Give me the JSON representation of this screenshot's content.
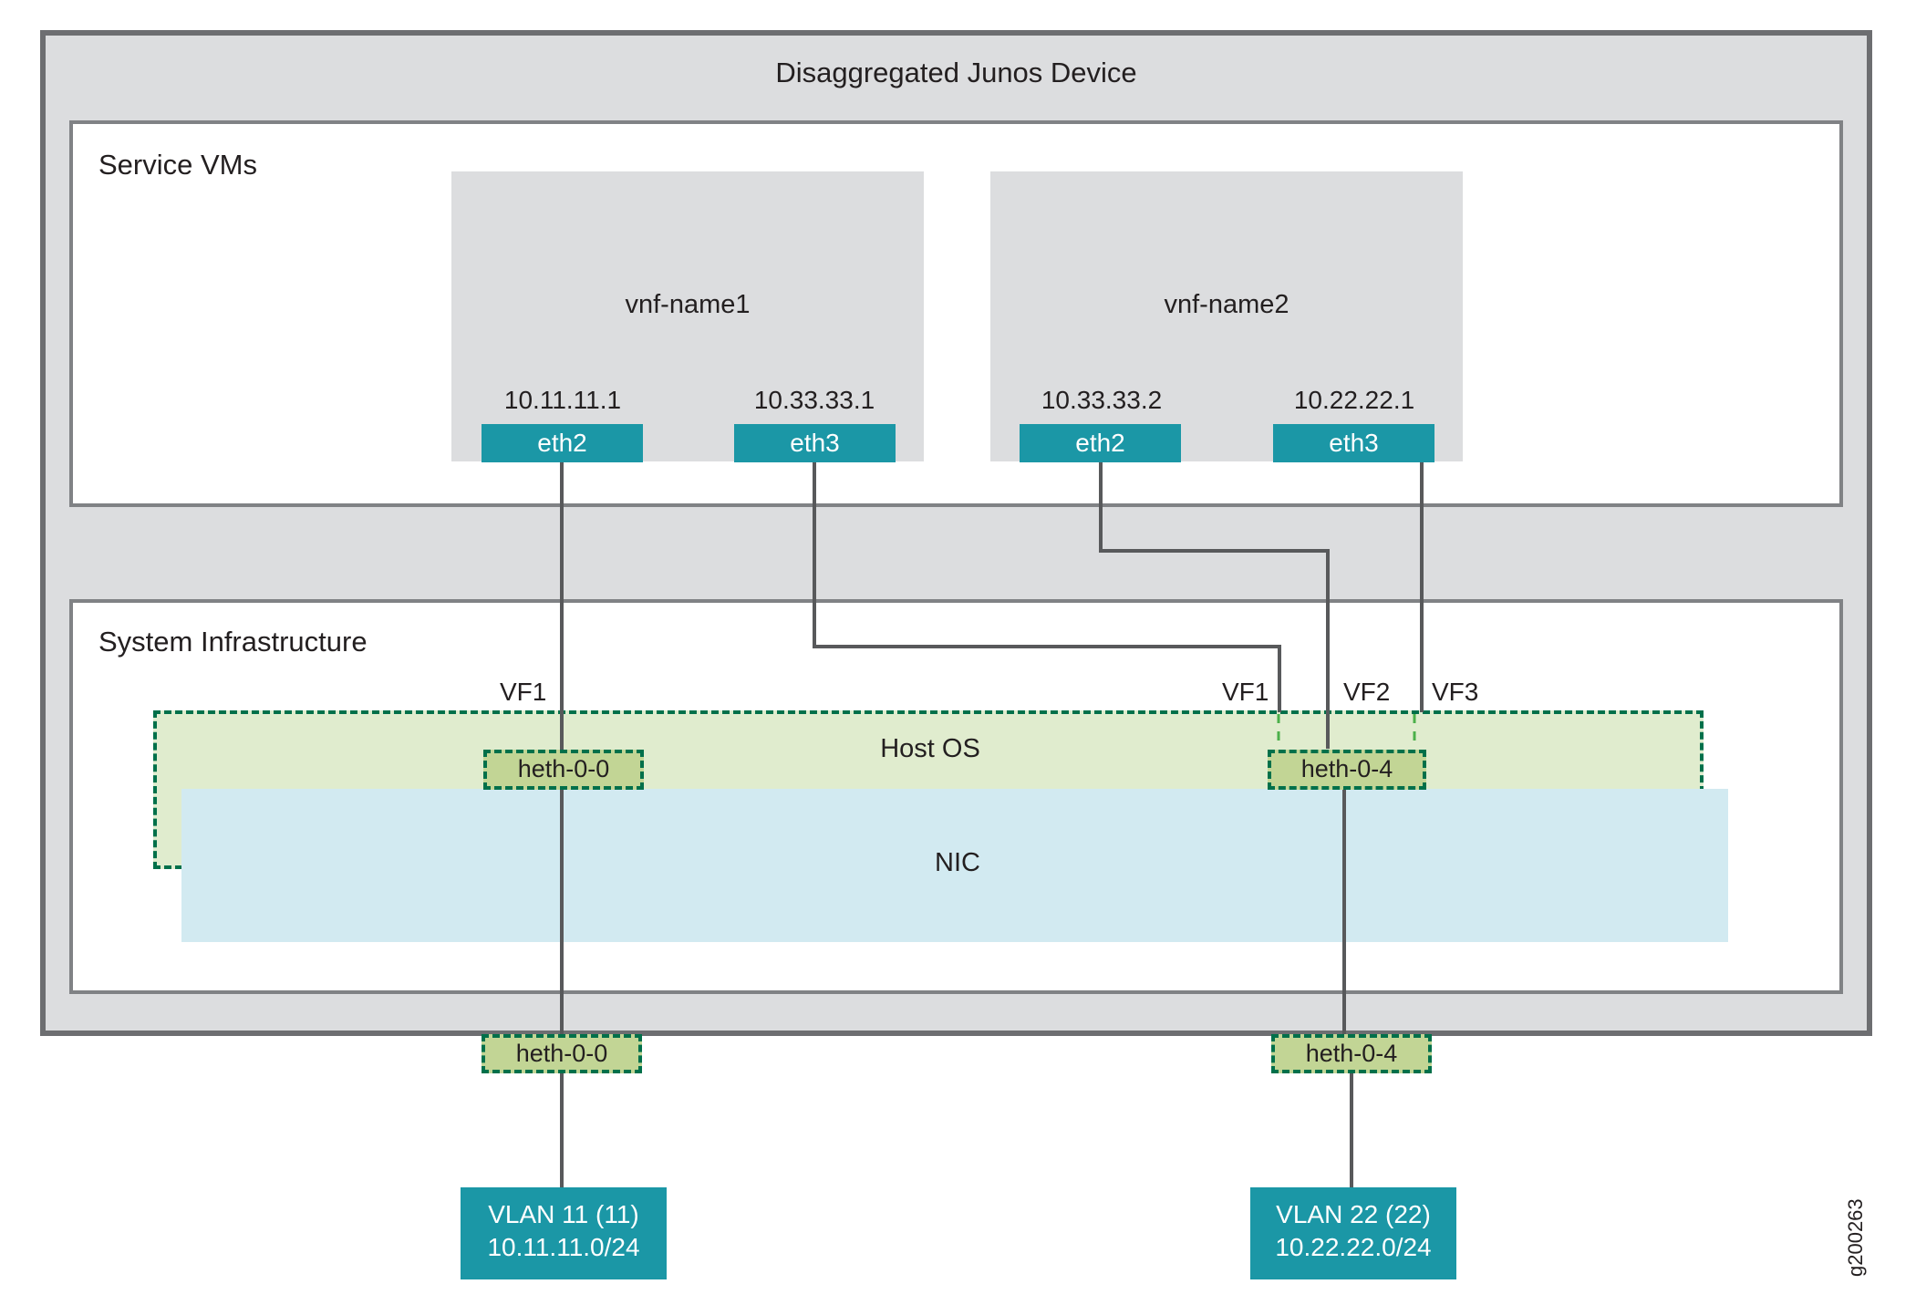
{
  "diagram": {
    "title": "Disaggregated Junos Device",
    "figure_id": "g200263",
    "colors": {
      "interface_teal": "#1b97a6",
      "host_os_fill": "#e0ecce",
      "host_if_fill": "#c2d595",
      "dashed_green": "#00704a",
      "nic_fill": "#d2eaf1",
      "frame_gray": "#dcdddf",
      "line_gray": "#58595b"
    },
    "service_vms": {
      "label": "Service VMs",
      "vnfs": [
        {
          "name": "vnf-name1",
          "interfaces": [
            {
              "name": "eth2",
              "ip": "10.11.11.1"
            },
            {
              "name": "eth3",
              "ip": "10.33.33.1"
            }
          ]
        },
        {
          "name": "vnf-name2",
          "interfaces": [
            {
              "name": "eth2",
              "ip": "10.33.33.2"
            },
            {
              "name": "eth3",
              "ip": "10.22.22.1"
            }
          ]
        }
      ]
    },
    "system_infrastructure": {
      "label": "System Infrastructure",
      "host_os_label": "Host OS",
      "nic_label": "NIC",
      "vf_labels": {
        "left_vf1": "VF1",
        "right_vf1": "VF1",
        "right_vf2": "VF2",
        "right_vf3": "VF3"
      },
      "host_interfaces": [
        "heth-0-0",
        "heth-0-4"
      ]
    },
    "external_ports": [
      "heth-0-0",
      "heth-0-4"
    ],
    "vlans": [
      {
        "name": "VLAN 11 (11)",
        "subnet": "10.11.11.0/24"
      },
      {
        "name": "VLAN 22 (22)",
        "subnet": "10.22.22.0/24"
      }
    ],
    "connections": [
      {
        "from": "vnf-name1 eth2",
        "via": "VF1",
        "to": "heth-0-0"
      },
      {
        "from": "vnf-name1 eth3",
        "via": "VF1",
        "to": "heth-0-4"
      },
      {
        "from": "vnf-name2 eth2",
        "via": "VF2",
        "to": "heth-0-4"
      },
      {
        "from": "vnf-name2 eth3",
        "via": "VF3",
        "to": "heth-0-4"
      },
      {
        "from": "heth-0-0",
        "to": "VLAN 11 (11)"
      },
      {
        "from": "heth-0-4",
        "to": "VLAN 22 (22)"
      }
    ]
  }
}
